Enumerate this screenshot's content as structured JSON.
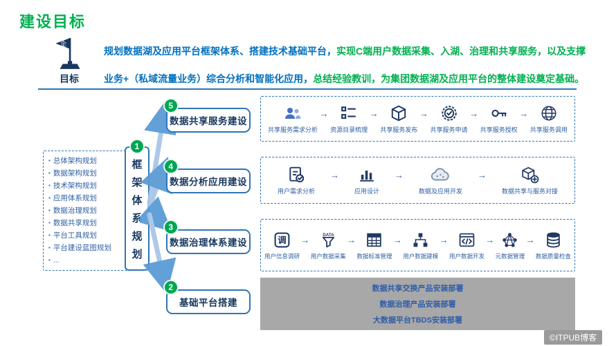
{
  "colors": {
    "title_green": "#00B050",
    "circle_green": "#00A651",
    "accent_blue": "#2E75B6",
    "text_navy": "#17375E",
    "text_blue": "#0070C0",
    "label_blue": "#2E5FA3",
    "icon_navy": "#203864",
    "gray_box": "#A8A8A8"
  },
  "header": {
    "title": "建设目标"
  },
  "goal": {
    "flag_char": "企",
    "label": "目标",
    "line1_seg1": "规划数据湖及应用平台框架体系、搭建技术基础平台，",
    "line1_seg2": "实现C端用户数据采集、入湖、治理和共享服务，以及支撑",
    "line2_seg1": "业务+（私域流量业务）综合分析和智能化应用，",
    "line2_seg2": "总结经验教训，为集团数据湖及应用平台的整体建设奠定基础。"
  },
  "planning": {
    "bullet": "▪",
    "items": [
      "总体架构规划",
      "数据架构规划",
      "技术架构规划",
      "应用体系规划",
      "数据治理规划",
      "数据共享规划",
      "平台工具规划",
      "平台建设蓝图规划",
      "..."
    ]
  },
  "framework": {
    "num": "1",
    "label": "框架体系规划"
  },
  "stages": [
    {
      "num": "5",
      "label": "数据共享服务建设"
    },
    {
      "num": "4",
      "label": "数据分析应用建设"
    },
    {
      "num": "3",
      "label": "数据治理体系建设"
    },
    {
      "num": "2",
      "label": "基础平台搭建"
    }
  ],
  "arrow": "→",
  "flows": {
    "sharing": {
      "steps": [
        {
          "label": "共享服务需求分析",
          "icon": "users-icon"
        },
        {
          "label": "资源目录梳理",
          "icon": "checklist-icon"
        },
        {
          "label": "共享服务发布",
          "icon": "cube-icon"
        },
        {
          "label": "共享服务申请",
          "icon": "badge-check-icon"
        },
        {
          "label": "共享服务授权",
          "icon": "key-icon"
        },
        {
          "label": "共享服务调用",
          "icon": "globe-icon"
        }
      ]
    },
    "analysis": {
      "steps": [
        {
          "label": "用户需求分析",
          "icon": "doc-check-icon"
        },
        {
          "label": "应用设计",
          "icon": "bar-chart-icon"
        },
        {
          "label": "数据及应用开发",
          "icon": "cloud-icon"
        },
        {
          "label": "数据共享与服务对接",
          "icon": "cube-plus-icon"
        }
      ]
    },
    "governance": {
      "steps": [
        {
          "label": "用户信息调研",
          "icon": "survey-icon",
          "icon_char": "调"
        },
        {
          "label": "用户数据采集",
          "icon": "data-funnel-icon",
          "icon_text": "DATA"
        },
        {
          "label": "数据标准管理",
          "icon": "table-icon"
        },
        {
          "label": "用户数据建模",
          "icon": "flow-chart-icon"
        },
        {
          "label": "用户数据开发",
          "icon": "code-icon"
        },
        {
          "label": "元数据管理",
          "icon": "network-icon"
        },
        {
          "label": "数据质量检查",
          "icon": "database-icon"
        }
      ]
    }
  },
  "deployment": {
    "lines": [
      "数据共享交换产品安装部署",
      "数据治理产品安装部署",
      "大数据平台TBDS安装部署"
    ]
  },
  "watermark": "©ITPUB博客"
}
